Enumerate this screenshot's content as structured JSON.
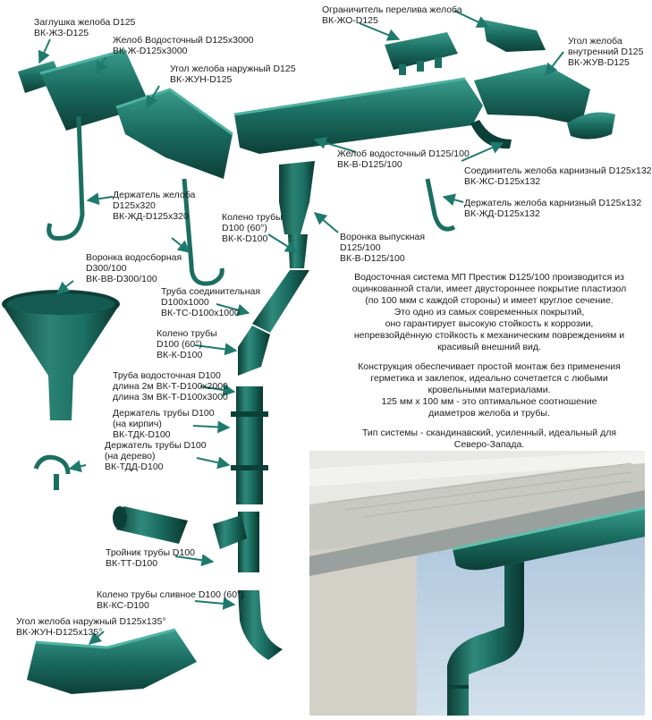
{
  "colors": {
    "metal": "#1b6e62",
    "metal_light": "#3a9c8c",
    "metal_dark": "#0c3f37",
    "arrow": "#1e7a6c",
    "sky": "#b9cfe2",
    "soffit": "#c9c9c4",
    "wall": "#d9d6cf"
  },
  "labels": [
    {
      "id": "end-cap",
      "title": "Заглушка желоба D125",
      "code": "ВК-ЖЗ-D125"
    },
    {
      "id": "gutter-3000",
      "title": "Желоб Водосточный D125x3000",
      "code": "ВК-Ж-D125x3000"
    },
    {
      "id": "outer-corner",
      "title": "Угол желоба наружный D125",
      "code": "ВК-ЖУН-D125"
    },
    {
      "id": "overflow-limiter",
      "title": "Ограничитель перелива желоба",
      "code": "ВК-ЖО-D125"
    },
    {
      "id": "inner-corner",
      "title": "Угол желоба\nвнутренний D125",
      "code": "ВК-ЖУВ-D125"
    },
    {
      "id": "gutter-holder",
      "title": "Держатель желоба\nD125x320",
      "code": "ВК-ЖД-D125x320"
    },
    {
      "id": "gutter-125-100",
      "title": "Желоб водосточный D125/100",
      "code": "ВК-В-D125/100"
    },
    {
      "id": "eaves-connector",
      "title": "Соединитель желоба карнизный D125x132",
      "code": "ВК-ЖС-D125x132"
    },
    {
      "id": "eaves-holder",
      "title": "Держатель желоба карнизный D125x132",
      "code": "ВК-ЖД-D125x132"
    },
    {
      "id": "pipe-elbow-top",
      "title": "Колено трубы\nD100 (60°)",
      "code": "ВК-К-D100"
    },
    {
      "id": "outlet-funnel",
      "title": "Воронка выпускная\nD125/100",
      "code": "ВК-В-D125/100"
    },
    {
      "id": "collector-funnel",
      "title": "Воронка водосборная\nD300/100",
      "code": "ВК-ВВ-D300/100"
    },
    {
      "id": "connecting-pipe",
      "title": "Труба соединительная\nD100x1000",
      "code": "ВК-ТС-D100x1000"
    },
    {
      "id": "pipe-elbow-mid",
      "title": "Колено трубы\nD100 (60°)",
      "code": "ВК-К-D100"
    },
    {
      "id": "downpipe",
      "title": "Труба водосточная D100\nдлина 2м ВК-Т-D100x2000",
      "code": "длина 3м ВК-Т-D100x3000"
    },
    {
      "id": "holder-brick",
      "title": "Держатель трубы D100\n(на кирпич)",
      "code": "ВК-ТДК-D100"
    },
    {
      "id": "holder-wood",
      "title": "Держатель трубы D100\n(на дерево)",
      "code": "ВК-ТДД-D100"
    },
    {
      "id": "tee",
      "title": "Тройник трубы D100",
      "code": "ВК-ТТ-D100"
    },
    {
      "id": "drain-elbow",
      "title": "Колено трубы сливное D100 (60°)",
      "code": "ВК-КС-D100"
    },
    {
      "id": "outer-corner-135",
      "title": "Угол желоба наружный D125x135°",
      "code": "ВК-ЖУН-D125x135°"
    }
  ],
  "description": {
    "p1": "Водосточная система МП Престиж D125/100 производится из\nоцинкованной стали,  имеет двустороннее покрытие пластизол\n(по 100 мкм с каждой стороны) и имеет круглое сечение.\nЭто одно из самых современных покрытий,\nоно гарантирует высокую стойкость к коррозии,\nнепревзойдённую стойкость к механическим повреждениям и\nкрасивый внешний вид.",
    "p2": "Конструкция обеспечивает простой монтаж без применения\nгерметика и заклепок,  идеально сочетается с любыми\nкровельными материалами.\n125 мм х 100 мм - это оптимальное соотношение\nдиаметров желоба и трубы.",
    "p3": "Тип системы - скандинавский, усиленный, идеальный для\nСеверо-Запада."
  }
}
